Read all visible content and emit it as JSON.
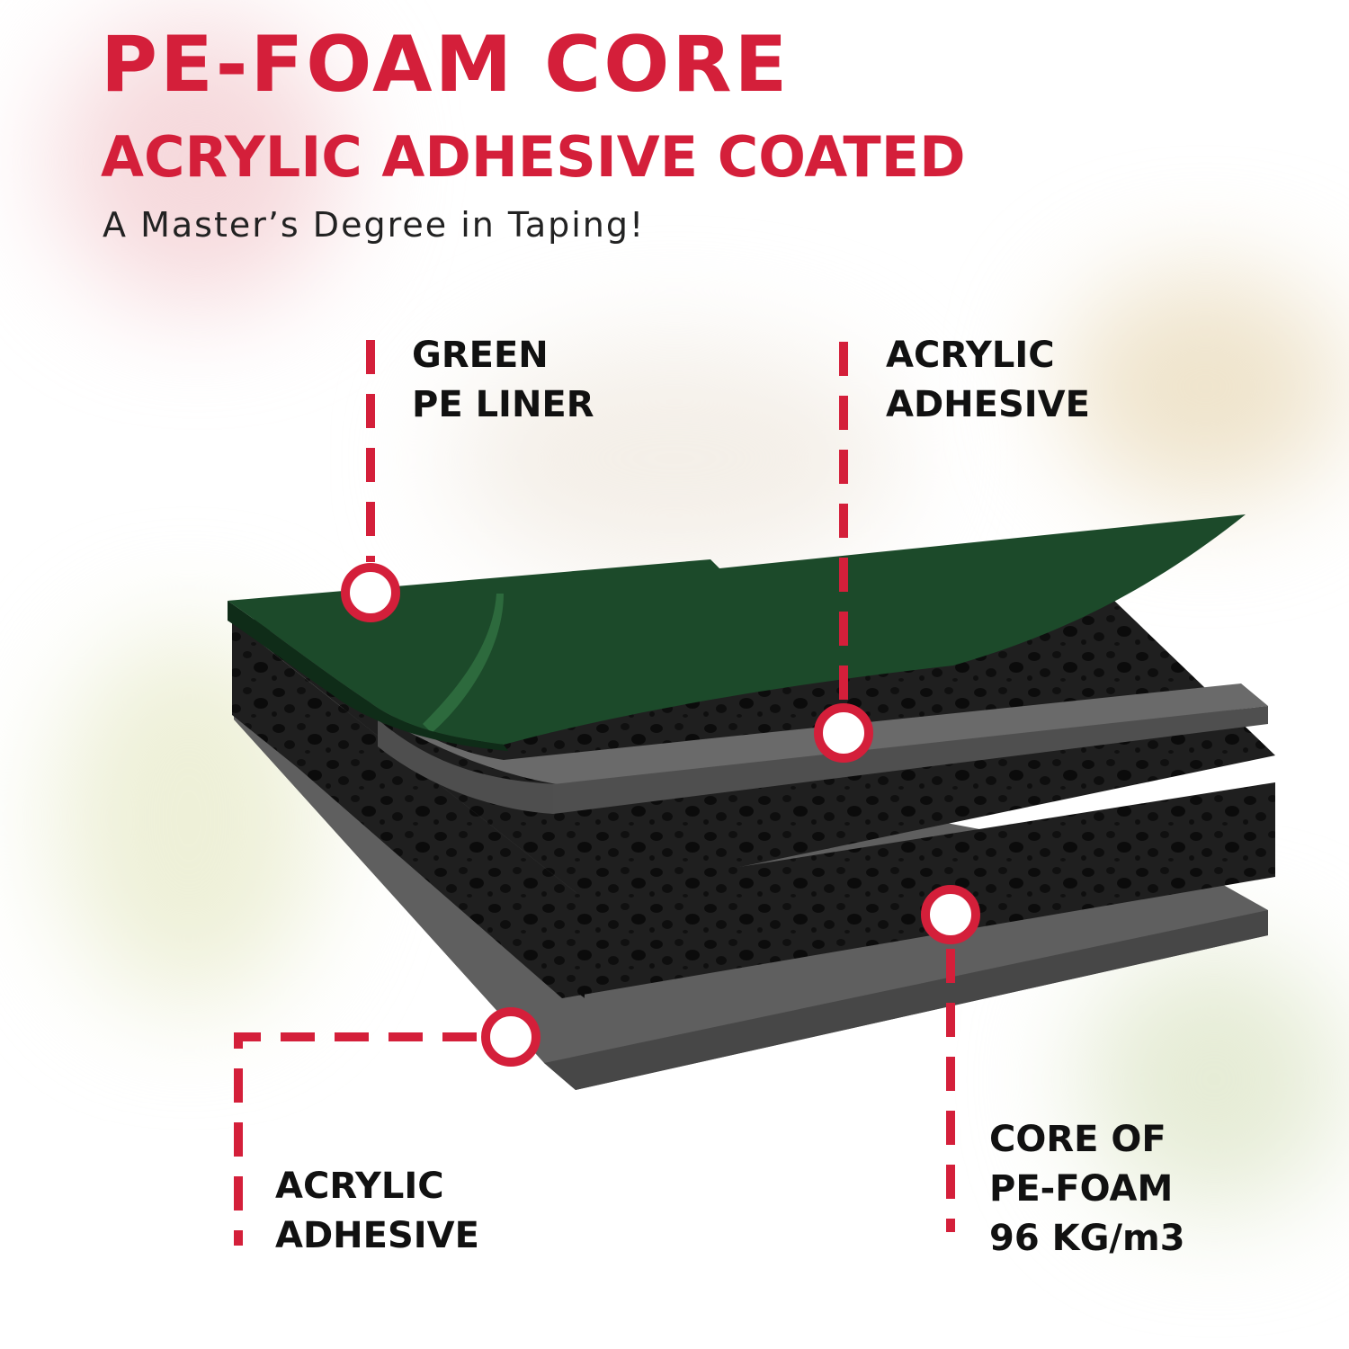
{
  "title": {
    "line1": "PE-FOAM CORE",
    "line2": "ACRYLIC ADHESIVE COATED"
  },
  "tagline": "A Master’s Degree in Taping!",
  "callouts": {
    "liner": {
      "line1": "GREEN",
      "line2": "PE LINER"
    },
    "adhesive_top": {
      "line1": "ACRYLIC",
      "line2": "ADHESIVE"
    },
    "adhesive_bottom": {
      "line1": "ACRYLIC",
      "line2": "ADHESIVE"
    },
    "core": {
      "line1": "CORE OF",
      "line2": "PE-FOAM",
      "line3": "96 KG/m3"
    }
  },
  "colors": {
    "accent_red": "#d41f3a",
    "liner_green": "#1c4a2a",
    "foam_black": "#1e1e1e",
    "adhesive_gray": "#5a5a5a"
  }
}
